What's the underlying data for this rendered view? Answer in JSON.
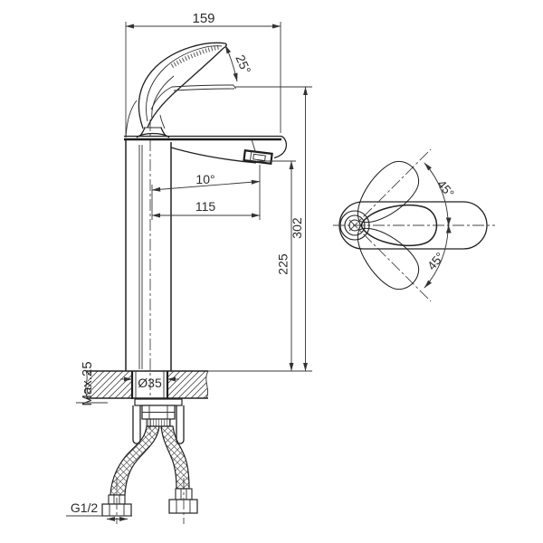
{
  "front_view": {
    "dim_spout_width": "159",
    "dim_handle_angle": "25°",
    "dim_spout_tilt": "10°",
    "dim_spout_reach": "115",
    "dim_overall_height": "302",
    "dim_spout_height": "225",
    "dim_counter_thickness": "Max.25",
    "dim_hole_diameter": "Ø35",
    "dim_thread_size": "G1/2"
  },
  "top_view": {
    "dim_swing_up": "45°",
    "dim_swing_down": "45°"
  },
  "colors": {
    "line": "#222222",
    "dimension_line": "#3a3a3a",
    "background": "#ffffff"
  }
}
